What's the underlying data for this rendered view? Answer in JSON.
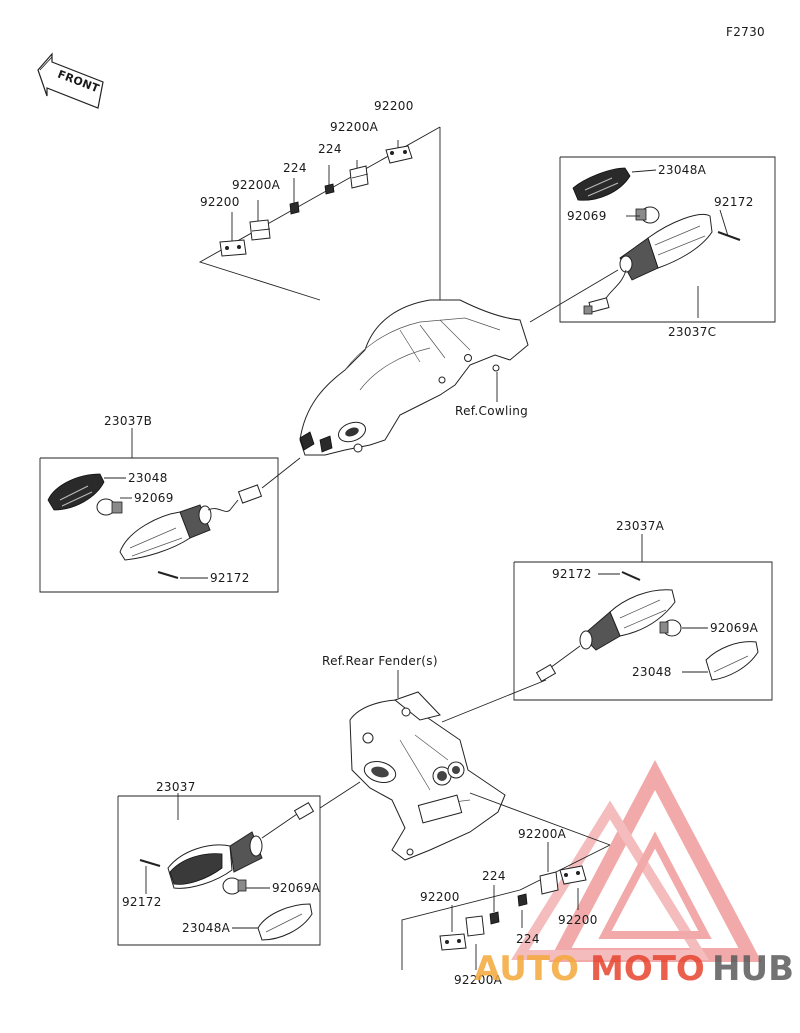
{
  "figure_id": "F2730",
  "front_label": "FRONT",
  "refs": {
    "cowling": "Ref.Cowling",
    "rear_fender": "Ref.Rear Fender(s)"
  },
  "groups": {
    "front_left": "23037B",
    "front_right": "23037C",
    "rear_right": "23037A",
    "rear_left": "23037"
  },
  "part_labels": {
    "p23048A_top": "23048A",
    "p92069_top": "92069",
    "p92172_top": "92172",
    "p23048_fl": "23048",
    "p92069_fl": "92069",
    "p92172_fl": "92172",
    "p92172_rr": "92172",
    "p92069A_rr": "92069A",
    "p23048_rr": "23048",
    "p92172_rl": "92172",
    "p92069A_rl": "92069A",
    "p23048A_rl": "23048A",
    "p92200_t1": "92200",
    "p92200A_t1": "92200A",
    "p224_t1": "224",
    "p92200A_t2": "92200A",
    "p92200_t2": "92200",
    "p224_t2": "224",
    "p92200A_b1": "92200A",
    "p224_b1": "224",
    "p92200_b1": "92200",
    "p224_b2": "224",
    "p92200_b2": "92200",
    "p92200A_b2": "92200A"
  },
  "watermark": {
    "part1": "AUTO",
    "part2": "MOTO",
    "part3": "HUB"
  },
  "colors": {
    "watermark_red": "#e8442f",
    "watermark_orange": "#f4a93a",
    "watermark_grey": "#5b5b5b",
    "line": "#222222"
  }
}
